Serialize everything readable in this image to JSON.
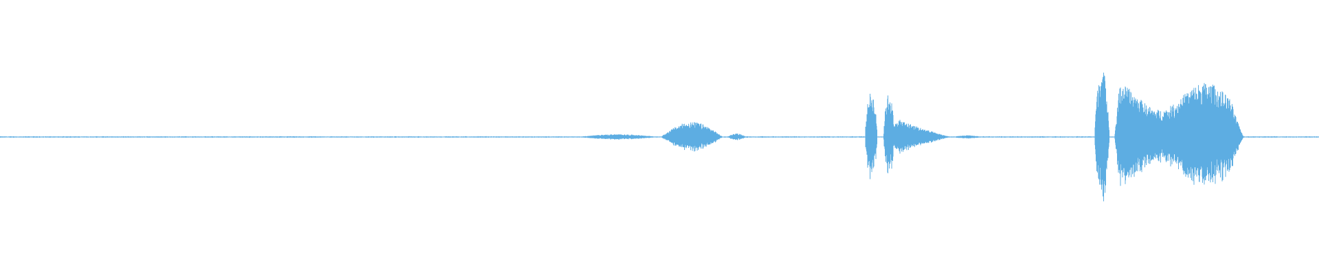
{
  "waveform": {
    "color": "#5dade2",
    "baseline_amplitude": 0.004,
    "segments": [
      {
        "start": 0.0,
        "end": 0.435,
        "amplitude": 0.006,
        "shape": "noise"
      },
      {
        "start": 0.437,
        "end": 0.5,
        "amplitude": 0.02,
        "shape": "lens"
      },
      {
        "start": 0.501,
        "end": 0.548,
        "amplitude": 0.11,
        "shape": "lens"
      },
      {
        "start": 0.551,
        "end": 0.566,
        "amplitude": 0.025,
        "shape": "lens"
      },
      {
        "start": 0.566,
        "end": 0.655,
        "amplitude": 0.006,
        "shape": "noise"
      },
      {
        "start": 0.656,
        "end": 0.665,
        "amplitude": 0.33,
        "shape": "spike"
      },
      {
        "start": 0.67,
        "end": 0.678,
        "amplitude": 0.32,
        "shape": "spike"
      },
      {
        "start": 0.676,
        "end": 0.722,
        "amplitude": 0.15,
        "shape": "decay"
      },
      {
        "start": 0.722,
        "end": 0.745,
        "amplitude": 0.012,
        "shape": "lens"
      },
      {
        "start": 0.745,
        "end": 0.829,
        "amplitude": 0.006,
        "shape": "noise"
      },
      {
        "start": 0.83,
        "end": 0.841,
        "amplitude": 0.5,
        "shape": "spike"
      },
      {
        "start": 0.845,
        "end": 0.943,
        "amplitude": 0.4,
        "shape": "plateau"
      },
      {
        "start": 0.943,
        "end": 1.0,
        "amplitude": 0.006,
        "shape": "noise"
      }
    ]
  }
}
